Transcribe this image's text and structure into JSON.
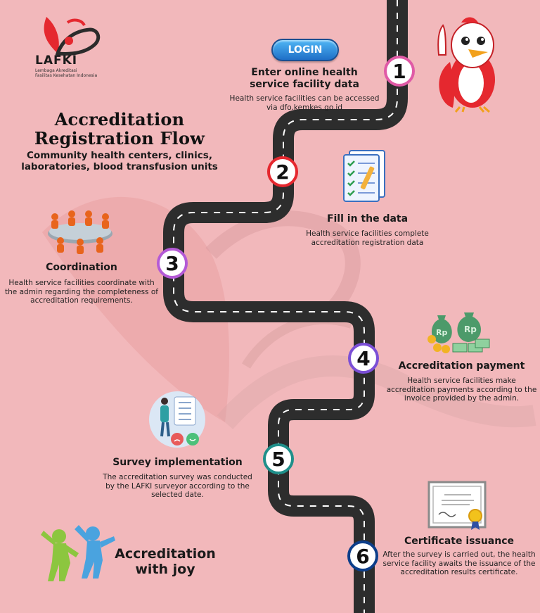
{
  "logo": {
    "name": "LAFKI",
    "tagline_line1": "Lembaga Akreditasi",
    "tagline_line2": "Fasilitas Kesehatan Indonesia"
  },
  "header": {
    "title_line1": "Accreditation",
    "title_line2": "Registration Flow",
    "subtitle_line1": "Community health centers, clinics,",
    "subtitle_line2": "laboratories, blood transfusion units"
  },
  "login_button": "LOGIN",
  "steps": [
    {
      "number": "1",
      "title_line1": "Enter online health",
      "title_line2": "service facility data",
      "desc_line1": "Health service facilities can be accessed",
      "desc_line2": "via dfo.kemkes.go.id",
      "desc_line3": "",
      "color": "#e05aa6"
    },
    {
      "number": "2",
      "title_line1": "Fill in the data",
      "title_line2": "",
      "desc_line1": "Health service facilities complete",
      "desc_line2": "accreditation registration data",
      "desc_line3": "",
      "color": "#e5282f"
    },
    {
      "number": "3",
      "title_line1": "Coordination",
      "title_line2": "",
      "desc_line1": "Health service facilities coordinate with",
      "desc_line2": "the admin regarding the completeness of",
      "desc_line3": "accreditation requirements.",
      "color": "#b45ad6"
    },
    {
      "number": "4",
      "title_line1": "Accreditation payment",
      "title_line2": "",
      "desc_line1": "Health service facilities make",
      "desc_line2": "accreditation payments according to the",
      "desc_line3": "invoice provided by the admin.",
      "color": "#7b4fd6"
    },
    {
      "number": "5",
      "title_line1": "Survey implementation",
      "title_line2": "",
      "desc_line1": "The accreditation survey was conducted",
      "desc_line2": "by the LAFKI surveyor according to the",
      "desc_line3": "selected date.",
      "color": "#1f8f8a"
    },
    {
      "number": "6",
      "title_line1": "Certificate issuance",
      "title_line2": "",
      "desc_line1": "After the survey is carried out, the health",
      "desc_line2": "service facility awaits the issuance of the",
      "desc_line3": "accreditation results certificate.",
      "color": "#0d3e8a"
    }
  ],
  "joy": {
    "line1": "Accreditation",
    "line2": "with joy"
  },
  "illustrations": {
    "mascot": "bird-mascot-icon",
    "checklist": "checklist-clipboard-icon",
    "meeting": "meeting-table-icon",
    "money": "money-bags-rp-icon",
    "survey": "survey-person-icon",
    "certificate": "certificate-icon",
    "joy": "dancing-figures-icon"
  },
  "colors": {
    "background": "#f2b8bb",
    "road": "#2d2d2d",
    "accent_red": "#e5282f",
    "login_blue": "#2a86d8"
  }
}
